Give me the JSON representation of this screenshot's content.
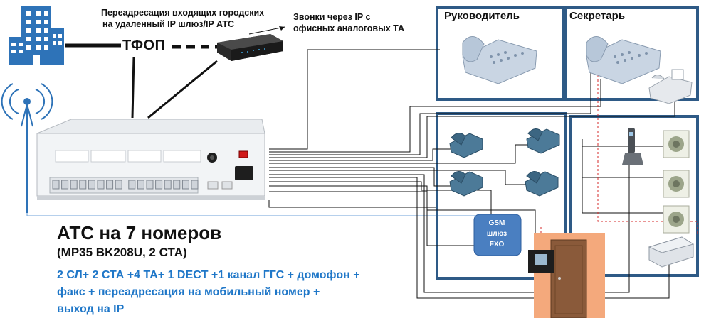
{
  "captions": {
    "forwarding": [
      "Переадресация входящих городских",
      "на удаленный IP шлюз/IP АТС"
    ],
    "ip_calls": [
      "Звонки через IP с",
      "офисных аналоговых ТА"
    ],
    "pstn": "ТФОП"
  },
  "rooms": {
    "manager": "Руководитель",
    "secretary": "Секретарь"
  },
  "gsm_gateway": [
    "GSM",
    "шлюз",
    "FXO"
  ],
  "title": {
    "main": "АТС на 7 номеров",
    "model": "(MP35 BK208U, 2 СТА)",
    "features": [
      "2 СЛ+ 2 СТА +4 ТА+ 1 DECT +1 канал ГГС + домофон +",
      "факс + переадресация на мобильный номер +",
      "выход на IP"
    ]
  },
  "colors": {
    "room_border": "#2e5a86",
    "gsm_fill": "#4a7fc1",
    "door_fill": "#f4a97c",
    "features_text": "#1f77c8",
    "building": "#2e73b8"
  },
  "icons": [
    "office-building-icon",
    "radio-antenna-icon",
    "ip-gateway-icon",
    "office-phone-icon",
    "fax-icon",
    "desk-phone-icon",
    "dect-phone-icon",
    "speaker-icon",
    "intercom-door-icon"
  ]
}
